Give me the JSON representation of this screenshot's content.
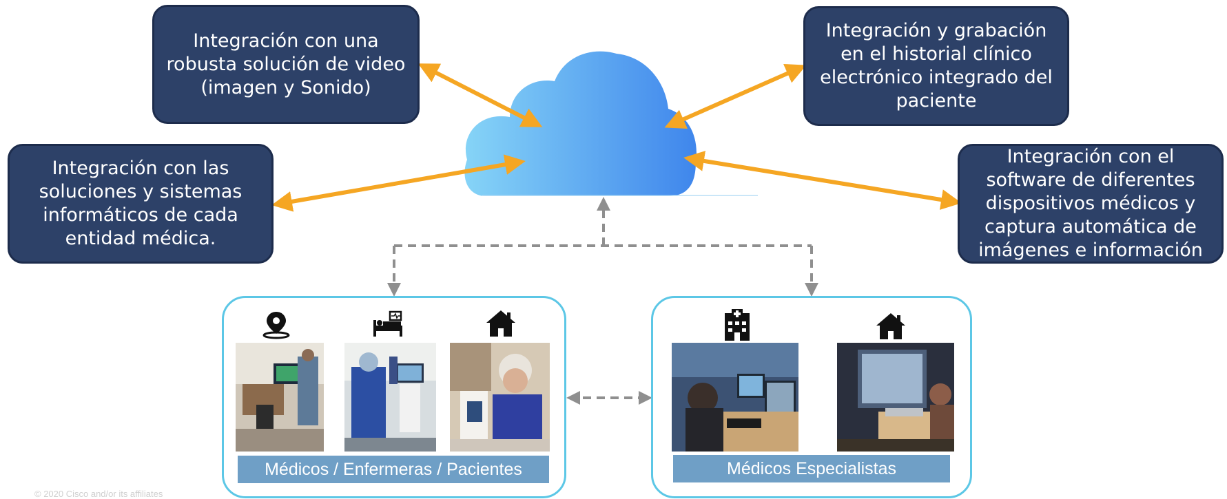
{
  "boxes": {
    "video": "Integración con una robusta solución de video (imagen y Sonido)",
    "historial": "Integración y grabación en el historial clínico electrónico integrado del paciente",
    "sistemas": "Integración con las soluciones y sistemas informáticos de cada entidad médica.",
    "dispositivos": "Integración con el software de diferentes dispositivos médicos y captura automática de imágenes e información"
  },
  "panels": {
    "left_caption": "Médicos / Enfermeras / Pacientes",
    "right_caption": "Médicos Especialistas"
  },
  "icons": {
    "left": [
      "location-pin-icon",
      "hospital-bed-icon",
      "home-icon"
    ],
    "right": [
      "hospital-building-icon",
      "home-icon"
    ]
  },
  "footer": "© 2020 Cisco and/or its affiliates",
  "colors": {
    "box_fill": "#2d4168",
    "arrow": "#f5a623",
    "panel_border": "#5cc7e6",
    "caption_fill": "#6f9fc6",
    "connector": "#8f8f8f"
  }
}
